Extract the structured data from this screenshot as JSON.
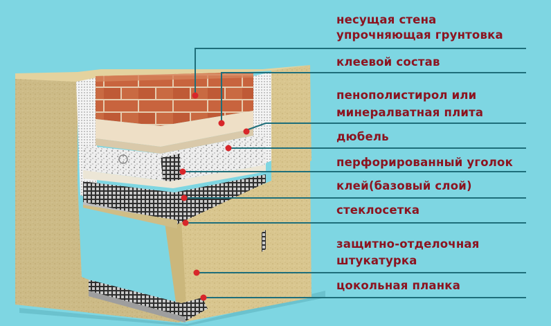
{
  "colors": {
    "background": "#7ed6e2",
    "label_text": "#8c1420",
    "leader_line": "#1e6e7a",
    "marker_dot": "#d8262a",
    "plaster": "#d8c58e",
    "brick": "#c8643e",
    "mortar": "#e8d2b6",
    "insulation": "#f2f2f0",
    "mesh": "#3a3a3a"
  },
  "labels": [
    {
      "key": "bearing_wall",
      "text": "несущая стена"
    },
    {
      "key": "primer",
      "text": "упрочняющая грунтовка"
    },
    {
      "key": "adhesive",
      "text": "клеевой состав"
    },
    {
      "key": "insulation_1",
      "text": "пенополистирол или"
    },
    {
      "key": "insulation_2",
      "text": "минералватная плита"
    },
    {
      "key": "dowel",
      "text": "дюбель"
    },
    {
      "key": "corner",
      "text": "перфорированный уголок"
    },
    {
      "key": "base_glue",
      "text": "клей(базовый слой)"
    },
    {
      "key": "mesh",
      "text": "стеклосетка"
    },
    {
      "key": "plaster_1",
      "text": "защитно-отделочная"
    },
    {
      "key": "plaster_2",
      "text": "штукатурка"
    },
    {
      "key": "plinth",
      "text": "цокольная планка"
    }
  ]
}
